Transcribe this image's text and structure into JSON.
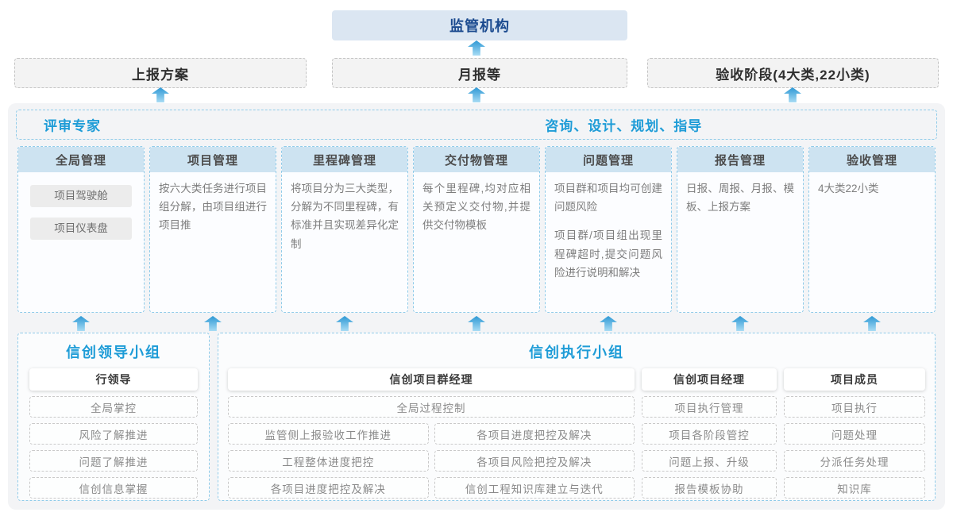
{
  "colors": {
    "title_blue": "#1e9cd7",
    "regulator_text": "#1b4a8f",
    "regulator_bg": "#dbe6f2",
    "dashed_blue_border": "#90cbe9",
    "column_header_bg": "#cde3f1",
    "platform_bg": "#f3f4f6",
    "arrow_gradient_top": "#2e98d4",
    "arrow_gradient_bottom": "#a8dcf4"
  },
  "top": {
    "regulator_label": "监管机构",
    "channels": [
      "上报方案",
      "月报等",
      "验收阶段(4大类,22小类)"
    ]
  },
  "platform": {
    "expert_label": "评审专家",
    "guidance_label": "咨询、设计、规划、指导",
    "columns": [
      {
        "title": "全局管理",
        "items": [
          "项目驾驶舱",
          "项目仪表盘"
        ]
      },
      {
        "title": "项目管理",
        "body": "按六大类任务进行项目组分解，由项目组进行项目推"
      },
      {
        "title": "里程碑管理",
        "body": "将项目分为三大类型，分解为不同里程碑，有标准并且实现差异化定制"
      },
      {
        "title": "交付物管理",
        "body": "每个里程碑,均对应相关预定义交付物,并提供交付物模板"
      },
      {
        "title": "问题管理",
        "body": "项目群和项目均可创建问题风险",
        "body2": "项目群/项目组出现里程碑超时,提交问题风险进行说明和解决"
      },
      {
        "title": "报告管理",
        "body": "日报、周报、月报、模板、上报方案"
      },
      {
        "title": "验收管理",
        "body": "4大类22小类"
      }
    ]
  },
  "groups": {
    "leadership": {
      "title": "信创领导小组",
      "role": "行领导",
      "items": [
        "全局掌控",
        "风险了解推进",
        "问题了解推进",
        "信创信息掌握"
      ]
    },
    "execution": {
      "title": "信创执行小组",
      "program_manager": {
        "role": "信创项目群经理",
        "full_item": "全局过程控制",
        "grid_items": [
          "监管侧上报验收工作推进",
          "各项目进度把控及解决",
          "工程整体进度把控",
          "各项目风险把控及解决",
          "各项目进度把控及解决",
          "信创工程知识库建立与迭代"
        ]
      },
      "project_manager": {
        "role": "信创项目经理",
        "items": [
          "项目执行管理",
          "项目各阶段管控",
          "问题上报、升级",
          "报告模板协助"
        ]
      },
      "member": {
        "role": "项目成员",
        "items": [
          "项目执行",
          "问题处理",
          "分派任务处理",
          "知识库"
        ]
      }
    }
  }
}
